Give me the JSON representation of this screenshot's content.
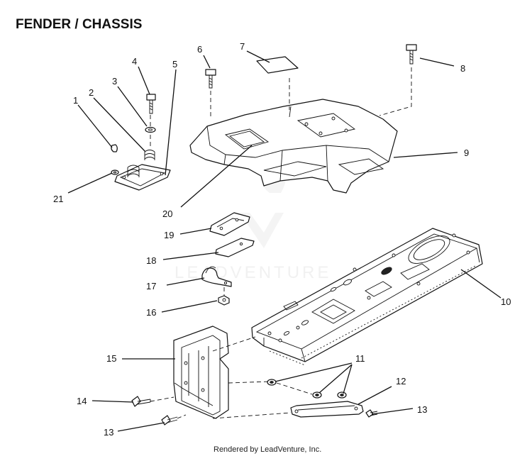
{
  "title": "FENDER / CHASSIS",
  "footer": "Rendered by LeadVenture, Inc.",
  "watermark": "LEADVENTURE",
  "callouts": [
    {
      "id": "c1",
      "label": "1"
    },
    {
      "id": "c2",
      "label": "2"
    },
    {
      "id": "c3",
      "label": "3"
    },
    {
      "id": "c4",
      "label": "4"
    },
    {
      "id": "c5",
      "label": "5"
    },
    {
      "id": "c6",
      "label": "6"
    },
    {
      "id": "c7",
      "label": "7"
    },
    {
      "id": "c8",
      "label": "8"
    },
    {
      "id": "c9",
      "label": "9"
    },
    {
      "id": "c10",
      "label": "10"
    },
    {
      "id": "c11",
      "label": "11"
    },
    {
      "id": "c12",
      "label": "12"
    },
    {
      "id": "c13a",
      "label": "13"
    },
    {
      "id": "c13b",
      "label": "13"
    },
    {
      "id": "c14",
      "label": "14"
    },
    {
      "id": "c15",
      "label": "15"
    },
    {
      "id": "c16",
      "label": "16"
    },
    {
      "id": "c17",
      "label": "17"
    },
    {
      "id": "c18",
      "label": "18"
    },
    {
      "id": "c19",
      "label": "19"
    },
    {
      "id": "c20",
      "label": "20"
    },
    {
      "id": "c21",
      "label": "21"
    }
  ]
}
